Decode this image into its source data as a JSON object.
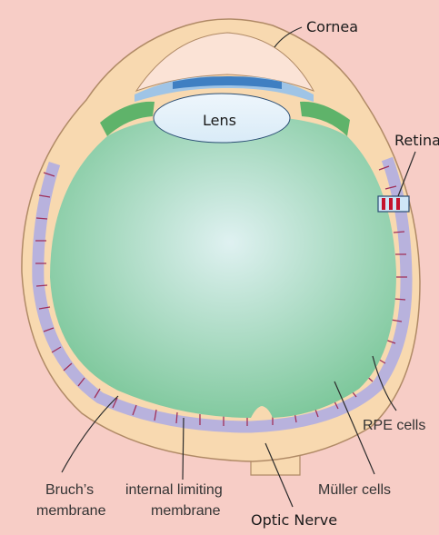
{
  "labels": {
    "cornea": "Cornea",
    "lens": "Lens",
    "retina": "Retina",
    "rpe_cells": "RPE cells",
    "muller_cells": "Müller cells",
    "optic_nerve": "Optic Nerve",
    "bruchs_line1": "Bruch’s",
    "bruchs_line2": "membrane",
    "ilm_line1": "internal limiting",
    "ilm_line2": "membrane"
  },
  "colors": {
    "background": "#f7cdc6",
    "sclera": "#f8d9b0",
    "sclera_outline": "#b08a66",
    "vitreous": "#7cc79a",
    "vitreous_highlight": "#dff1f1",
    "retina_band": "#b8b2dd",
    "retina_ticks": "#a0305a",
    "lens": "#d9ebf7",
    "iris": "#3f7fc2",
    "iris_light": "#9fc4e6",
    "ciliary": "#5fb36a",
    "cornea": "#fbe3d6",
    "retina_box_fill": "#cfe6f7",
    "retina_box_stripes": "#c4142d"
  }
}
